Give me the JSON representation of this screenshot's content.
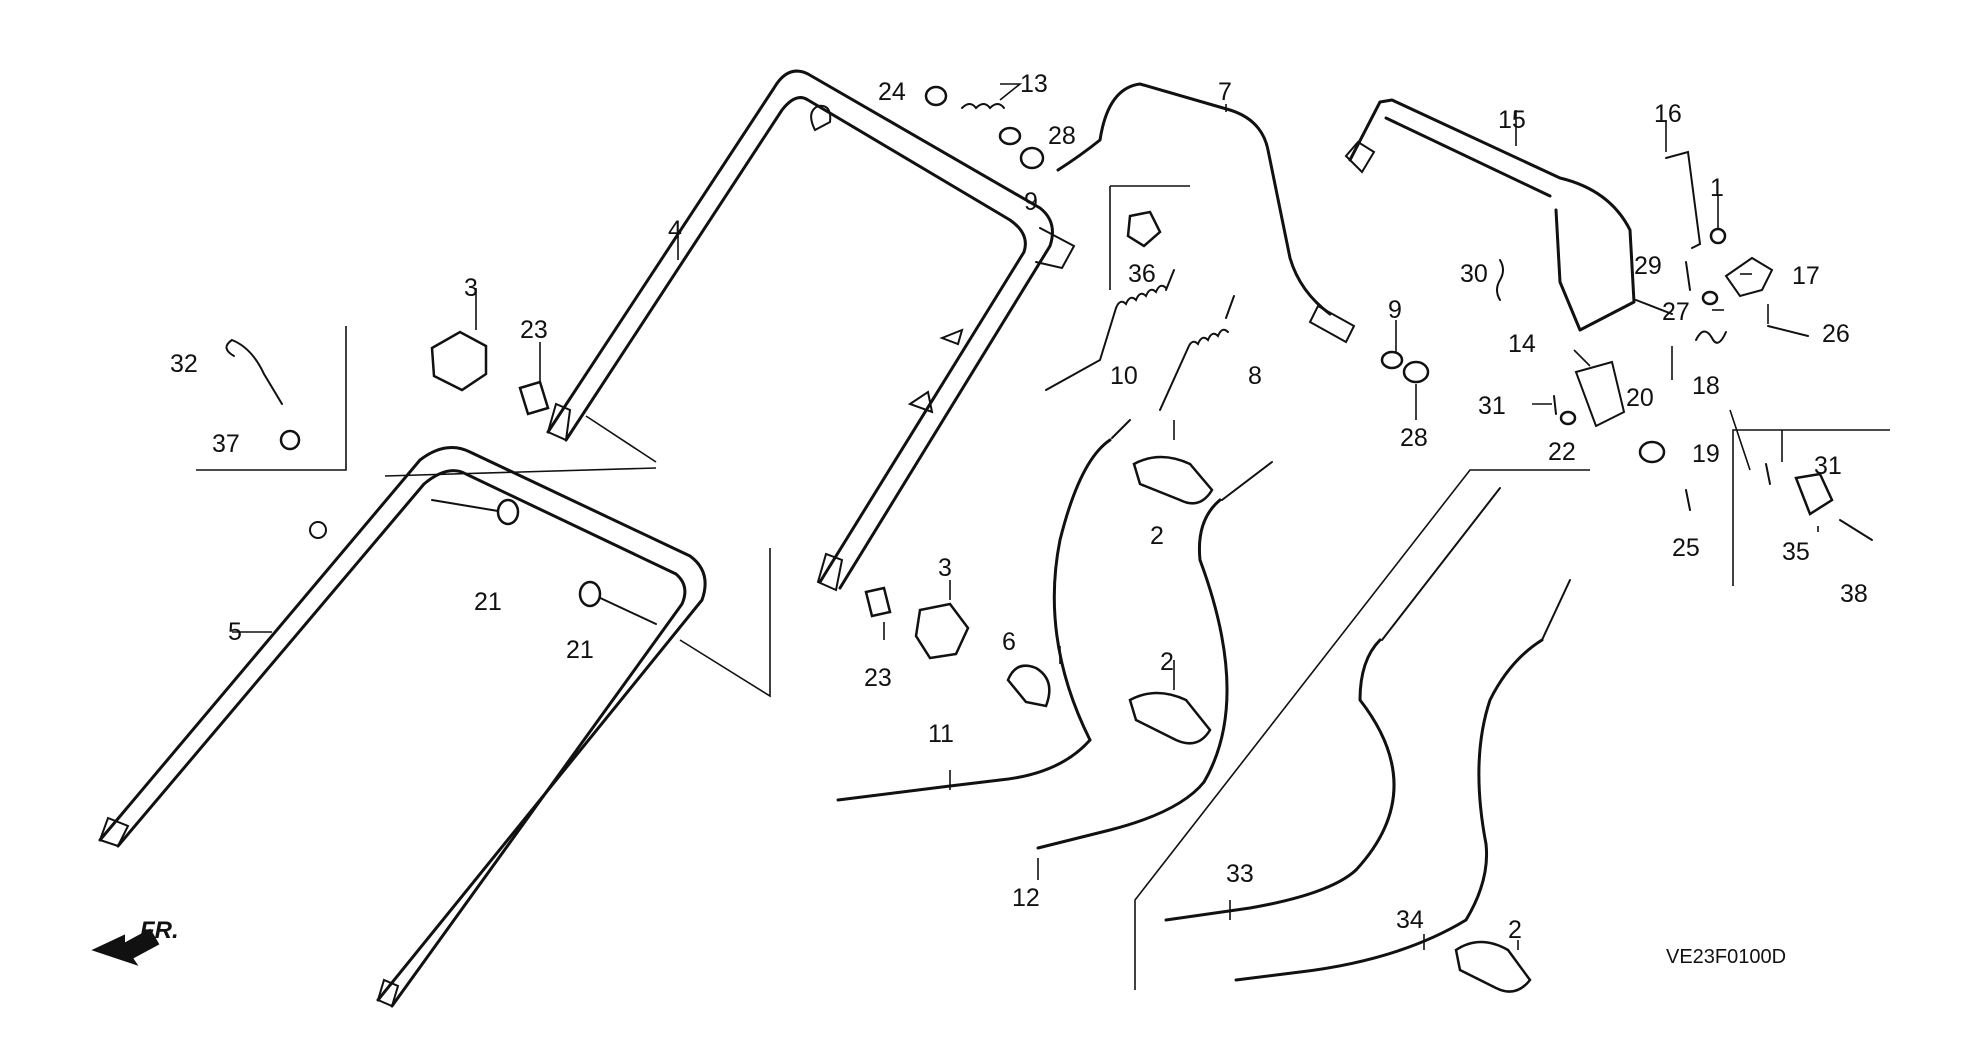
{
  "diagram_code": "VE23F0100D",
  "direction_label": "FR.",
  "callouts": [
    {
      "id": "c24",
      "text": "24"
    },
    {
      "id": "c13",
      "text": "13"
    },
    {
      "id": "c28a",
      "text": "28"
    },
    {
      "id": "c9a",
      "text": "9"
    },
    {
      "id": "c7",
      "text": "7"
    },
    {
      "id": "c15",
      "text": "15"
    },
    {
      "id": "c16",
      "text": "16"
    },
    {
      "id": "c1",
      "text": "1"
    },
    {
      "id": "c4",
      "text": "4"
    },
    {
      "id": "c36",
      "text": "36"
    },
    {
      "id": "c30",
      "text": "30"
    },
    {
      "id": "c29",
      "text": "29"
    },
    {
      "id": "c17",
      "text": "17"
    },
    {
      "id": "c27",
      "text": "27"
    },
    {
      "id": "c26",
      "text": "26"
    },
    {
      "id": "c3a",
      "text": "3"
    },
    {
      "id": "c23a",
      "text": "23"
    },
    {
      "id": "c9b",
      "text": "9"
    },
    {
      "id": "c14",
      "text": "14"
    },
    {
      "id": "c20",
      "text": "20"
    },
    {
      "id": "c18",
      "text": "18"
    },
    {
      "id": "c32",
      "text": "32"
    },
    {
      "id": "c10",
      "text": "10"
    },
    {
      "id": "c8",
      "text": "8"
    },
    {
      "id": "c31a",
      "text": "31"
    },
    {
      "id": "c28b",
      "text": "28"
    },
    {
      "id": "c22",
      "text": "22"
    },
    {
      "id": "c37",
      "text": "37"
    },
    {
      "id": "c19",
      "text": "19"
    },
    {
      "id": "c31b",
      "text": "31"
    },
    {
      "id": "c2a",
      "text": "2"
    },
    {
      "id": "c25",
      "text": "25"
    },
    {
      "id": "c35",
      "text": "35"
    },
    {
      "id": "c3b",
      "text": "3"
    },
    {
      "id": "c38",
      "text": "38"
    },
    {
      "id": "c21a",
      "text": "21"
    },
    {
      "id": "c5",
      "text": "5"
    },
    {
      "id": "c21b",
      "text": "21"
    },
    {
      "id": "c6",
      "text": "6"
    },
    {
      "id": "c23b",
      "text": "23"
    },
    {
      "id": "c2b",
      "text": "2"
    },
    {
      "id": "c11",
      "text": "11"
    },
    {
      "id": "c33",
      "text": "33"
    },
    {
      "id": "c12",
      "text": "12"
    },
    {
      "id": "c34",
      "text": "34"
    },
    {
      "id": "c2c",
      "text": "2"
    }
  ]
}
